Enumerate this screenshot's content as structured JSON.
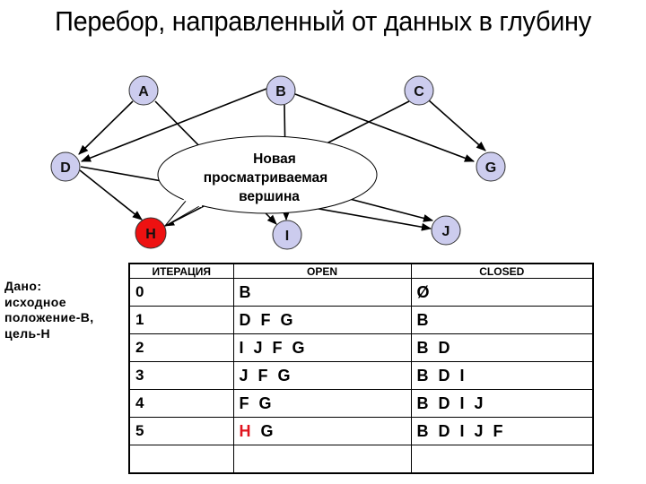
{
  "title": "Перебор, направленный от данных в глубину",
  "colors": {
    "node_fill": "#ccccee",
    "goal_fill": "#ee1111",
    "edge": "#000000",
    "highlight_text": "#e0141e"
  },
  "graph": {
    "nodes": [
      {
        "id": "A",
        "label": "A"
      },
      {
        "id": "B",
        "label": "B"
      },
      {
        "id": "C",
        "label": "C"
      },
      {
        "id": "D",
        "label": "D"
      },
      {
        "id": "G",
        "label": "G"
      },
      {
        "id": "H",
        "label": "H",
        "goal": true
      },
      {
        "id": "I",
        "label": "I"
      },
      {
        "id": "J",
        "label": "J"
      }
    ],
    "edges": [
      {
        "from": "A",
        "to": "D"
      },
      {
        "from": "A",
        "to": "I"
      },
      {
        "from": "B",
        "to": "D"
      },
      {
        "from": "B",
        "to": "I"
      },
      {
        "from": "B",
        "to": "G"
      },
      {
        "from": "C",
        "to": "G"
      },
      {
        "from": "C",
        "to": "H"
      },
      {
        "from": "D",
        "to": "H"
      },
      {
        "from": "D",
        "to": "J"
      },
      {
        "from": "I",
        "to": "J"
      }
    ],
    "callout": {
      "line1": "Новая",
      "line2": "просматриваемая",
      "line3": "вершина"
    }
  },
  "given": {
    "line1": "Дано:",
    "line2": "исходное",
    "line3": "положение-B,",
    "line4": "цель-H"
  },
  "table": {
    "headers": [
      "ИТЕРАЦИЯ",
      "OPEN",
      "CLOSED"
    ],
    "rows": [
      {
        "iteration": "0",
        "open": "B",
        "open_highlight": "",
        "closed": "Ø"
      },
      {
        "iteration": "1",
        "open": "D F G",
        "open_highlight": "",
        "closed": "B"
      },
      {
        "iteration": "2",
        "open": "I J F G",
        "open_highlight": "",
        "closed": "B D"
      },
      {
        "iteration": "3",
        "open": "J F G",
        "open_highlight": "",
        "closed": "B D I"
      },
      {
        "iteration": "4",
        "open": "F G",
        "open_highlight": "",
        "closed": "B D I J"
      },
      {
        "iteration": "5",
        "open": " G",
        "open_highlight": "H",
        "closed": "B D I J F"
      },
      {
        "iteration": "",
        "open": "",
        "open_highlight": "",
        "closed": ""
      }
    ]
  }
}
